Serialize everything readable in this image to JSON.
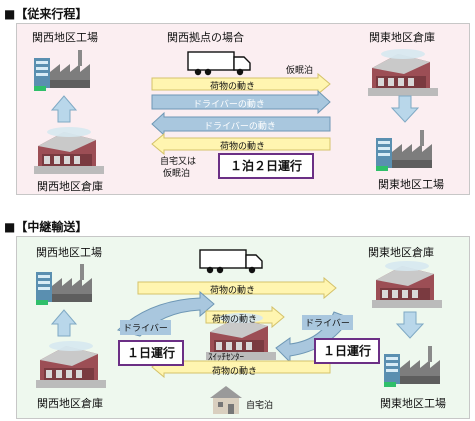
{
  "section1": {
    "header": "■【従来行程】",
    "kansai_factory": "関西地区工場",
    "kansai_base": "関西拠点の場合",
    "kanto_warehouse": "関東地区倉庫",
    "kansai_warehouse": "関西地区倉庫",
    "kanto_factory": "関東地区工場",
    "overnight": "仮眠泊",
    "cargo_out": "荷物の動き",
    "driver_out": "ドライバーの動き",
    "driver_back": "ドライバーの動き",
    "cargo_back": "荷物の動き",
    "home_or_nap_line1": "自宅又は",
    "home_or_nap_line2": "仮眠泊",
    "duration": "１泊２日運行"
  },
  "section2": {
    "header": "■【中継輸送】",
    "kansai_factory": "関西地区工場",
    "kanto_warehouse": "関東地区倉庫",
    "kansai_warehouse": "関西地区倉庫",
    "kanto_factory": "関東地区工場",
    "cargo_top": "荷物の動き",
    "cargo_mid": "荷物の動き",
    "cargo_bottom": "荷物の動き",
    "driver_left": "ドライバー",
    "driver_right": "ドライバー",
    "day_left": "１日運行",
    "day_right": "１日運行",
    "switch_center": "ｽｲｯﾁｾﾝﾀｰ",
    "home": "自宅泊"
  },
  "colors": {
    "panel1_bg": "#fbeef1",
    "panel2_bg": "#eef8ee",
    "cargo_arrow": "#fff5b0",
    "driver_arrow": "#a9c7de",
    "box_border": "#6b2f85"
  }
}
